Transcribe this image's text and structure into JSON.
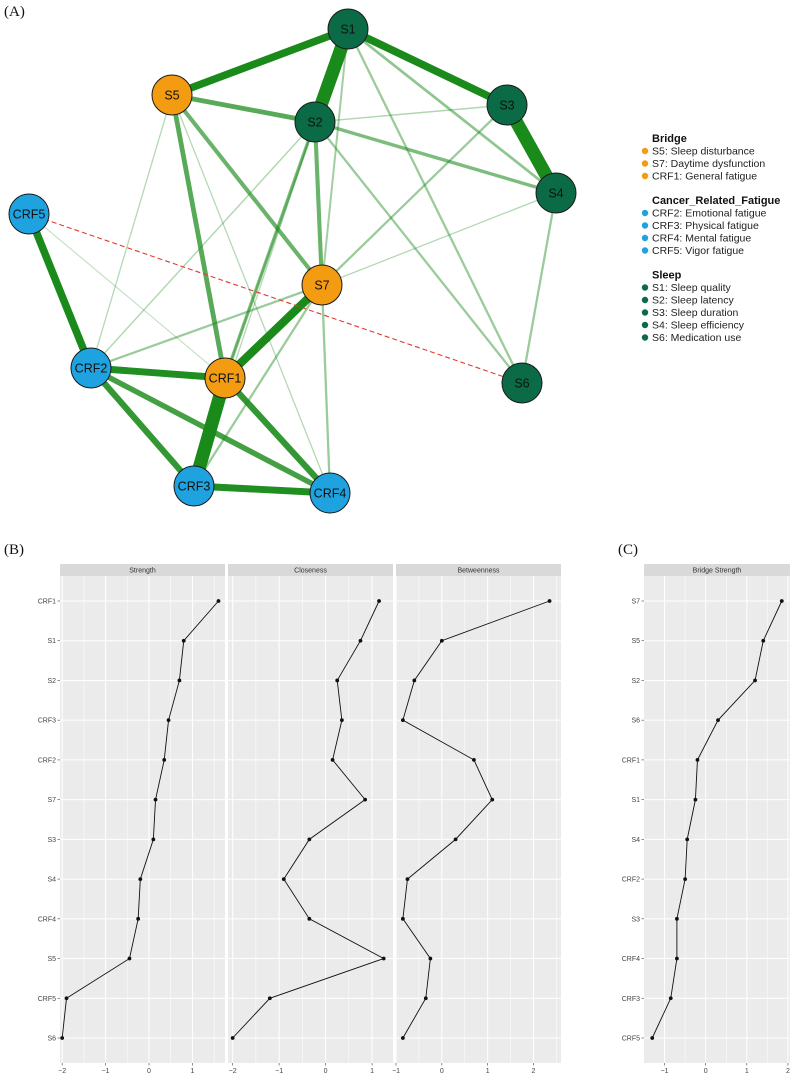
{
  "panel_labels": {
    "a": "(A)",
    "b": "(B)",
    "c": "(C)"
  },
  "colors": {
    "bridge": "#F39C12",
    "cancer_related_fatigue": "#1FA3E0",
    "sleep": "#0B6B47",
    "positive_edge": "#1A8A1A",
    "negative_edge": "#E03A2F",
    "panel_bg": "#EBEBEB",
    "strip_bg": "#D9D9D9"
  },
  "network": {
    "nodes": [
      {
        "id": "S1",
        "group": "sleep"
      },
      {
        "id": "S2",
        "group": "sleep"
      },
      {
        "id": "S3",
        "group": "sleep"
      },
      {
        "id": "S4",
        "group": "sleep"
      },
      {
        "id": "S5",
        "group": "bridge"
      },
      {
        "id": "S6",
        "group": "sleep"
      },
      {
        "id": "S7",
        "group": "bridge"
      },
      {
        "id": "CRF1",
        "group": "bridge"
      },
      {
        "id": "CRF2",
        "group": "cancer_related_fatigue"
      },
      {
        "id": "CRF3",
        "group": "cancer_related_fatigue"
      },
      {
        "id": "CRF4",
        "group": "cancer_related_fatigue"
      },
      {
        "id": "CRF5",
        "group": "cancer_related_fatigue"
      }
    ],
    "edges": [
      {
        "from": "S1",
        "to": "S2",
        "weight": 0.9,
        "sign": "positive"
      },
      {
        "from": "S3",
        "to": "S4",
        "weight": 0.9,
        "sign": "positive"
      },
      {
        "from": "CRF1",
        "to": "CRF3",
        "weight": 0.9,
        "sign": "positive"
      },
      {
        "from": "S1",
        "to": "S5",
        "weight": 0.5,
        "sign": "positive"
      },
      {
        "from": "S1",
        "to": "S3",
        "weight": 0.5,
        "sign": "positive"
      },
      {
        "from": "S7",
        "to": "CRF1",
        "weight": 0.55,
        "sign": "positive"
      },
      {
        "from": "CRF5",
        "to": "CRF2",
        "weight": 0.5,
        "sign": "positive"
      },
      {
        "from": "CRF2",
        "to": "CRF1",
        "weight": 0.45,
        "sign": "positive"
      },
      {
        "from": "CRF3",
        "to": "CRF4",
        "weight": 0.45,
        "sign": "positive"
      },
      {
        "from": "CRF2",
        "to": "CRF3",
        "weight": 0.4,
        "sign": "positive"
      },
      {
        "from": "CRF1",
        "to": "CRF4",
        "weight": 0.4,
        "sign": "positive"
      },
      {
        "from": "CRF2",
        "to": "CRF4",
        "weight": 0.35,
        "sign": "positive"
      },
      {
        "from": "S5",
        "to": "S2",
        "weight": 0.3,
        "sign": "positive"
      },
      {
        "from": "S5",
        "to": "CRF1",
        "weight": 0.3,
        "sign": "positive"
      },
      {
        "from": "S5",
        "to": "S7",
        "weight": 0.25,
        "sign": "positive"
      },
      {
        "from": "S2",
        "to": "S7",
        "weight": 0.25,
        "sign": "positive"
      },
      {
        "from": "S2",
        "to": "S4",
        "weight": 0.2,
        "sign": "positive"
      },
      {
        "from": "S2",
        "to": "CRF1",
        "weight": 0.2,
        "sign": "positive"
      },
      {
        "from": "S1",
        "to": "S4",
        "weight": 0.15,
        "sign": "positive"
      },
      {
        "from": "S1",
        "to": "S6",
        "weight": 0.12,
        "sign": "positive"
      },
      {
        "from": "S1",
        "to": "S7",
        "weight": 0.1,
        "sign": "positive"
      },
      {
        "from": "S2",
        "to": "S6",
        "weight": 0.12,
        "sign": "positive"
      },
      {
        "from": "S3",
        "to": "S7",
        "weight": 0.12,
        "sign": "positive"
      },
      {
        "from": "S4",
        "to": "S6",
        "weight": 0.12,
        "sign": "positive"
      },
      {
        "from": "S7",
        "to": "CRF2",
        "weight": 0.12,
        "sign": "positive"
      },
      {
        "from": "S7",
        "to": "CRF4",
        "weight": 0.12,
        "sign": "positive"
      },
      {
        "from": "S7",
        "to": "CRF3",
        "weight": 0.12,
        "sign": "positive"
      },
      {
        "from": "S2",
        "to": "S3",
        "weight": 0.06,
        "sign": "positive"
      },
      {
        "from": "S2",
        "to": "CRF2",
        "weight": 0.06,
        "sign": "positive"
      },
      {
        "from": "S5",
        "to": "CRF2",
        "weight": 0.05,
        "sign": "positive"
      },
      {
        "from": "S5",
        "to": "CRF4",
        "weight": 0.05,
        "sign": "positive"
      },
      {
        "from": "S4",
        "to": "S7",
        "weight": 0.05,
        "sign": "positive"
      },
      {
        "from": "S1",
        "to": "CRF1",
        "weight": 0.06,
        "sign": "positive"
      },
      {
        "from": "S2",
        "to": "CRF3",
        "weight": 0.05,
        "sign": "positive"
      },
      {
        "from": "CRF5",
        "to": "CRF1",
        "weight": 0.03,
        "sign": "positive"
      },
      {
        "from": "CRF5",
        "to": "S6",
        "weight": 0.1,
        "sign": "negative"
      }
    ]
  },
  "legend": {
    "groups": [
      {
        "title": "Bridge",
        "color_key": "bridge",
        "items": [
          "S5: Sleep disturbance",
          "S7: Daytime dysfunction",
          "CRF1: General fatigue"
        ]
      },
      {
        "title": "Cancer_Related_Fatigue",
        "color_key": "cancer_related_fatigue",
        "items": [
          "CRF2: Emotional fatigue",
          "CRF3: Physical fatigue",
          "CRF4: Mental fatigue",
          "CRF5: Vigor fatigue"
        ]
      },
      {
        "title": "Sleep",
        "color_key": "sleep",
        "items": [
          "S1: Sleep quality",
          "S2: Sleep latency",
          "S3: Sleep duration",
          "S4: Sleep efficiency",
          "S6: Medication use"
        ]
      }
    ]
  },
  "chart_data": [
    {
      "type": "line",
      "title": "Strength",
      "categories": [
        "CRF1",
        "S1",
        "S2",
        "CRF3",
        "CRF2",
        "S7",
        "S3",
        "S4",
        "CRF4",
        "S5",
        "CRF5",
        "S6"
      ],
      "values": [
        1.6,
        0.8,
        0.7,
        0.45,
        0.35,
        0.15,
        0.1,
        -0.2,
        -0.25,
        -0.45,
        -1.9,
        -2.0
      ],
      "xticks": [
        -2,
        -1,
        0,
        1
      ],
      "xlim": [
        -2.05,
        1.75
      ]
    },
    {
      "type": "line",
      "title": "Closeness",
      "categories": [
        "CRF1",
        "S1",
        "S2",
        "CRF3",
        "CRF2",
        "S7",
        "S3",
        "S4",
        "CRF4",
        "S5",
        "CRF5",
        "S6"
      ],
      "values": [
        1.15,
        0.75,
        0.25,
        0.35,
        0.15,
        0.85,
        -0.35,
        -0.9,
        -0.35,
        1.25,
        -1.2,
        -2.0
      ],
      "xticks": [
        -2,
        -1,
        0,
        1
      ],
      "xlim": [
        -2.1,
        1.45
      ]
    },
    {
      "type": "line",
      "title": "Betweenness",
      "categories": [
        "CRF1",
        "S1",
        "S2",
        "CRF3",
        "CRF2",
        "S7",
        "S3",
        "S4",
        "CRF4",
        "S5",
        "CRF5",
        "S6"
      ],
      "values": [
        2.35,
        0.0,
        -0.6,
        -0.85,
        0.7,
        1.1,
        0.3,
        -0.75,
        -0.85,
        -0.25,
        -0.35,
        -0.85
      ],
      "xticks": [
        -1,
        0,
        1,
        2
      ],
      "xlim": [
        -1.0,
        2.6
      ]
    },
    {
      "type": "line",
      "title": "Bridge Strength",
      "categories": [
        "S7",
        "S5",
        "S2",
        "S6",
        "CRF1",
        "S1",
        "S4",
        "CRF2",
        "S3",
        "CRF4",
        "CRF3",
        "CRF5"
      ],
      "values": [
        1.85,
        1.4,
        1.2,
        0.3,
        -0.2,
        -0.25,
        -0.45,
        -0.5,
        -0.7,
        -0.7,
        -0.85,
        -1.3
      ],
      "xticks": [
        -1,
        0,
        1,
        2
      ],
      "xlim": [
        -1.5,
        2.05
      ]
    }
  ]
}
